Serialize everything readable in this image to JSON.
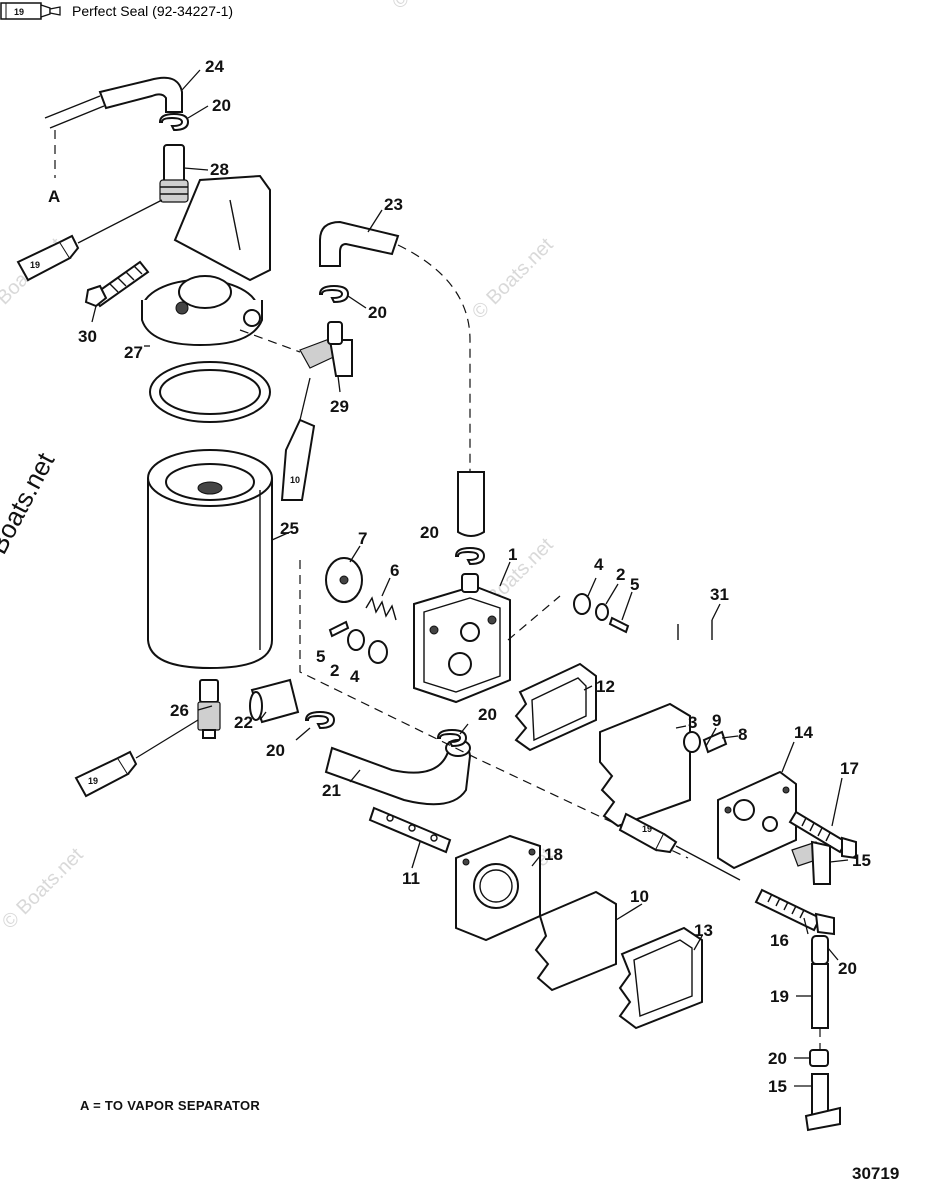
{
  "callouts": [
    {
      "id": "c24",
      "text": "24"
    },
    {
      "id": "c20a",
      "text": "20"
    },
    {
      "id": "c28",
      "text": "28"
    },
    {
      "id": "cA",
      "text": "A"
    },
    {
      "id": "c23",
      "text": "23"
    },
    {
      "id": "c20b",
      "text": "20"
    },
    {
      "id": "c30",
      "text": "30"
    },
    {
      "id": "c27",
      "text": "27"
    },
    {
      "id": "c29",
      "text": "29"
    },
    {
      "id": "c25",
      "text": "25"
    },
    {
      "id": "c7",
      "text": "7"
    },
    {
      "id": "c20c",
      "text": "20"
    },
    {
      "id": "c1",
      "text": "1"
    },
    {
      "id": "c6",
      "text": "6"
    },
    {
      "id": "c4a",
      "text": "4"
    },
    {
      "id": "c2a",
      "text": "2"
    },
    {
      "id": "c5a",
      "text": "5"
    },
    {
      "id": "c31",
      "text": "31"
    },
    {
      "id": "c5b",
      "text": "5"
    },
    {
      "id": "c2b",
      "text": "2"
    },
    {
      "id": "c4b",
      "text": "4"
    },
    {
      "id": "c12",
      "text": "12"
    },
    {
      "id": "c26",
      "text": "26"
    },
    {
      "id": "c22",
      "text": "22"
    },
    {
      "id": "c20d",
      "text": "20"
    },
    {
      "id": "c20e",
      "text": "20"
    },
    {
      "id": "c3",
      "text": "3"
    },
    {
      "id": "c9",
      "text": "9"
    },
    {
      "id": "c8",
      "text": "8"
    },
    {
      "id": "c14",
      "text": "14"
    },
    {
      "id": "c17",
      "text": "17"
    },
    {
      "id": "c21",
      "text": "21"
    },
    {
      "id": "c11",
      "text": "11"
    },
    {
      "id": "c18",
      "text": "18"
    },
    {
      "id": "c15a",
      "text": "15"
    },
    {
      "id": "c10",
      "text": "10"
    },
    {
      "id": "c13",
      "text": "13"
    },
    {
      "id": "c16",
      "text": "16"
    },
    {
      "id": "c20f",
      "text": "20"
    },
    {
      "id": "c19",
      "text": "19"
    },
    {
      "id": "c20g",
      "text": "20"
    },
    {
      "id": "c15b",
      "text": "15"
    }
  ],
  "tube_label": "19",
  "tube_label_alt": "10",
  "legend": {
    "sealant_number": "19",
    "sealant_text": "Perfect Seal (92-34227-1)",
    "a_note": "A = TO VAPOR SEPARATOR"
  },
  "figure_number": "30719",
  "watermark": "© Boats.net",
  "copyright": "© Boats.net"
}
